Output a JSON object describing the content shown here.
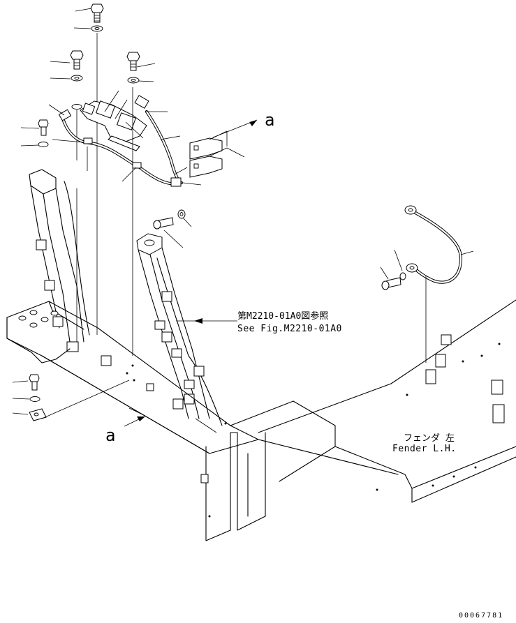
{
  "reference": {
    "japanese": "第M2210-01A0図参照",
    "english": "See Fig.M2210-01A0"
  },
  "fender": {
    "japanese": "フェンダ 左",
    "english": "Fender L.H."
  },
  "view_markers": {
    "top": "a",
    "bottom": "a"
  },
  "drawing_number": "00067781"
}
